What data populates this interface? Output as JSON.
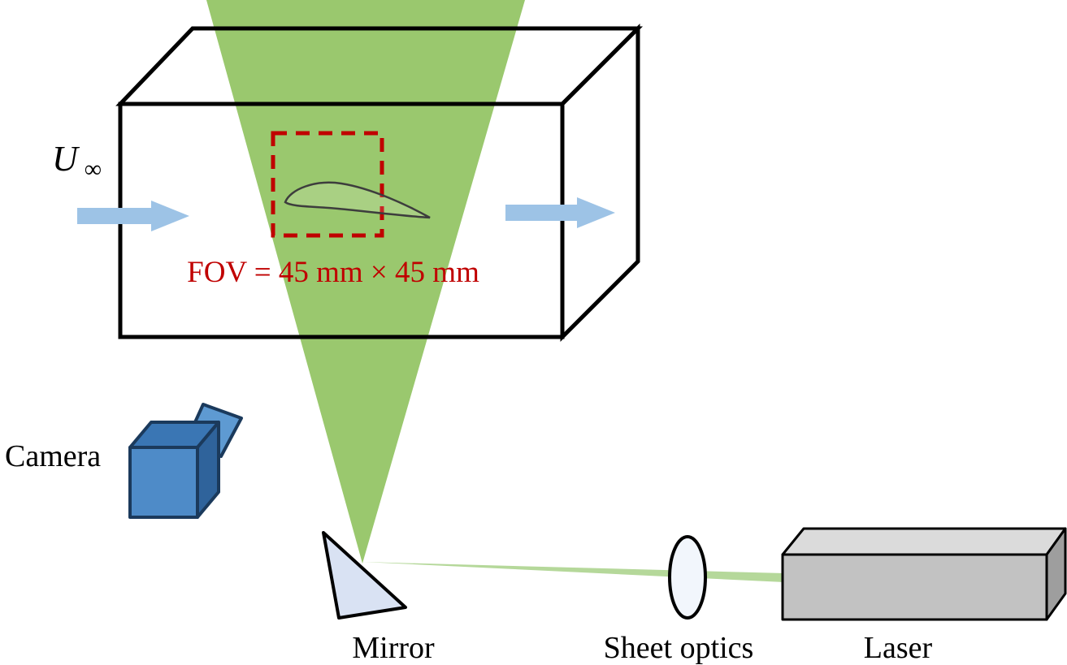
{
  "labels": {
    "camera": "Camera",
    "mirror": "Mirror",
    "sheet_optics": "Sheet optics",
    "laser": "Laser",
    "fov": "FOV = 45 mm × 45 mm",
    "freestream_u": "U",
    "freestream_infinity": "∞"
  },
  "colors": {
    "laser_sheet": "#9AC86E",
    "laser_beam": "#B5D89A",
    "flow_arrow": "#9DC3E6",
    "camera_front": "#4E8BC8",
    "camera_top": "#3A76B4",
    "camera_side": "#2F639B",
    "camera_lens": "#5E9AD2",
    "mirror_fill": "#D9E2F3",
    "optics_fill": "#F2F6FC",
    "laser_front": "#C2C2C2",
    "laser_top": "#DBDBDB",
    "laser_side": "#9E9E9E",
    "fov_red": "#C00000"
  }
}
